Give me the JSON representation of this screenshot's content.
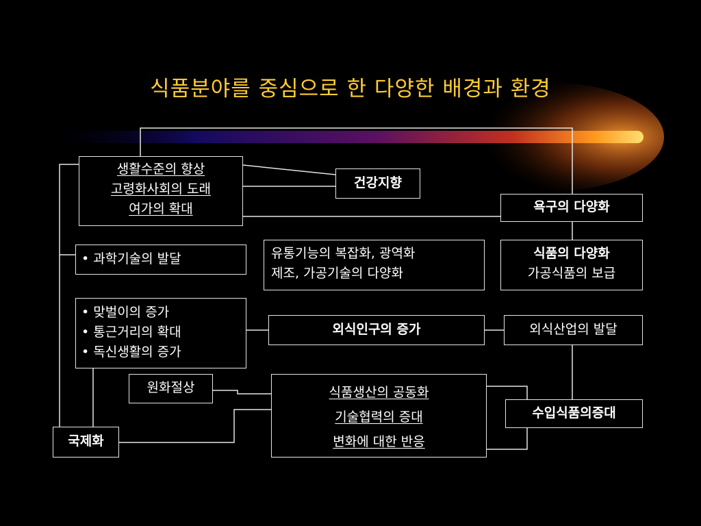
{
  "title": "식품분야를 중심으로 한 다양한 배경과 환경",
  "colors": {
    "title": "#ffcc33",
    "background": "#000000",
    "box_border": "#e6e6e6",
    "text": "#ffffff"
  },
  "nodes": {
    "living_standards": [
      "생활수준의 향상",
      "고령화사회의 도래",
      "여가의 확대"
    ],
    "health": "건강지향",
    "needs": "욕구의 다양화",
    "science": "• 과학기술의 발달",
    "distribution": [
      "유통기능의 복잡화, 광역화",
      "제조, 가공기술의 다양화"
    ],
    "food_diversity": [
      "식품의 다양화",
      "가공식품의 보급"
    ],
    "social": [
      "• 맞벌이의 증가",
      "• 통근거리의 확대",
      "• 독신생활의 증가"
    ],
    "dining_out": "외식인구의 증가",
    "dining_industry": "외식산업의 발달",
    "yen": "원화절상",
    "production": [
      "식품생산의 공동화",
      "기술협력의 증대",
      "변화에 대한 반응"
    ],
    "imports": "수입식품의증대",
    "globalization": "국제화"
  }
}
